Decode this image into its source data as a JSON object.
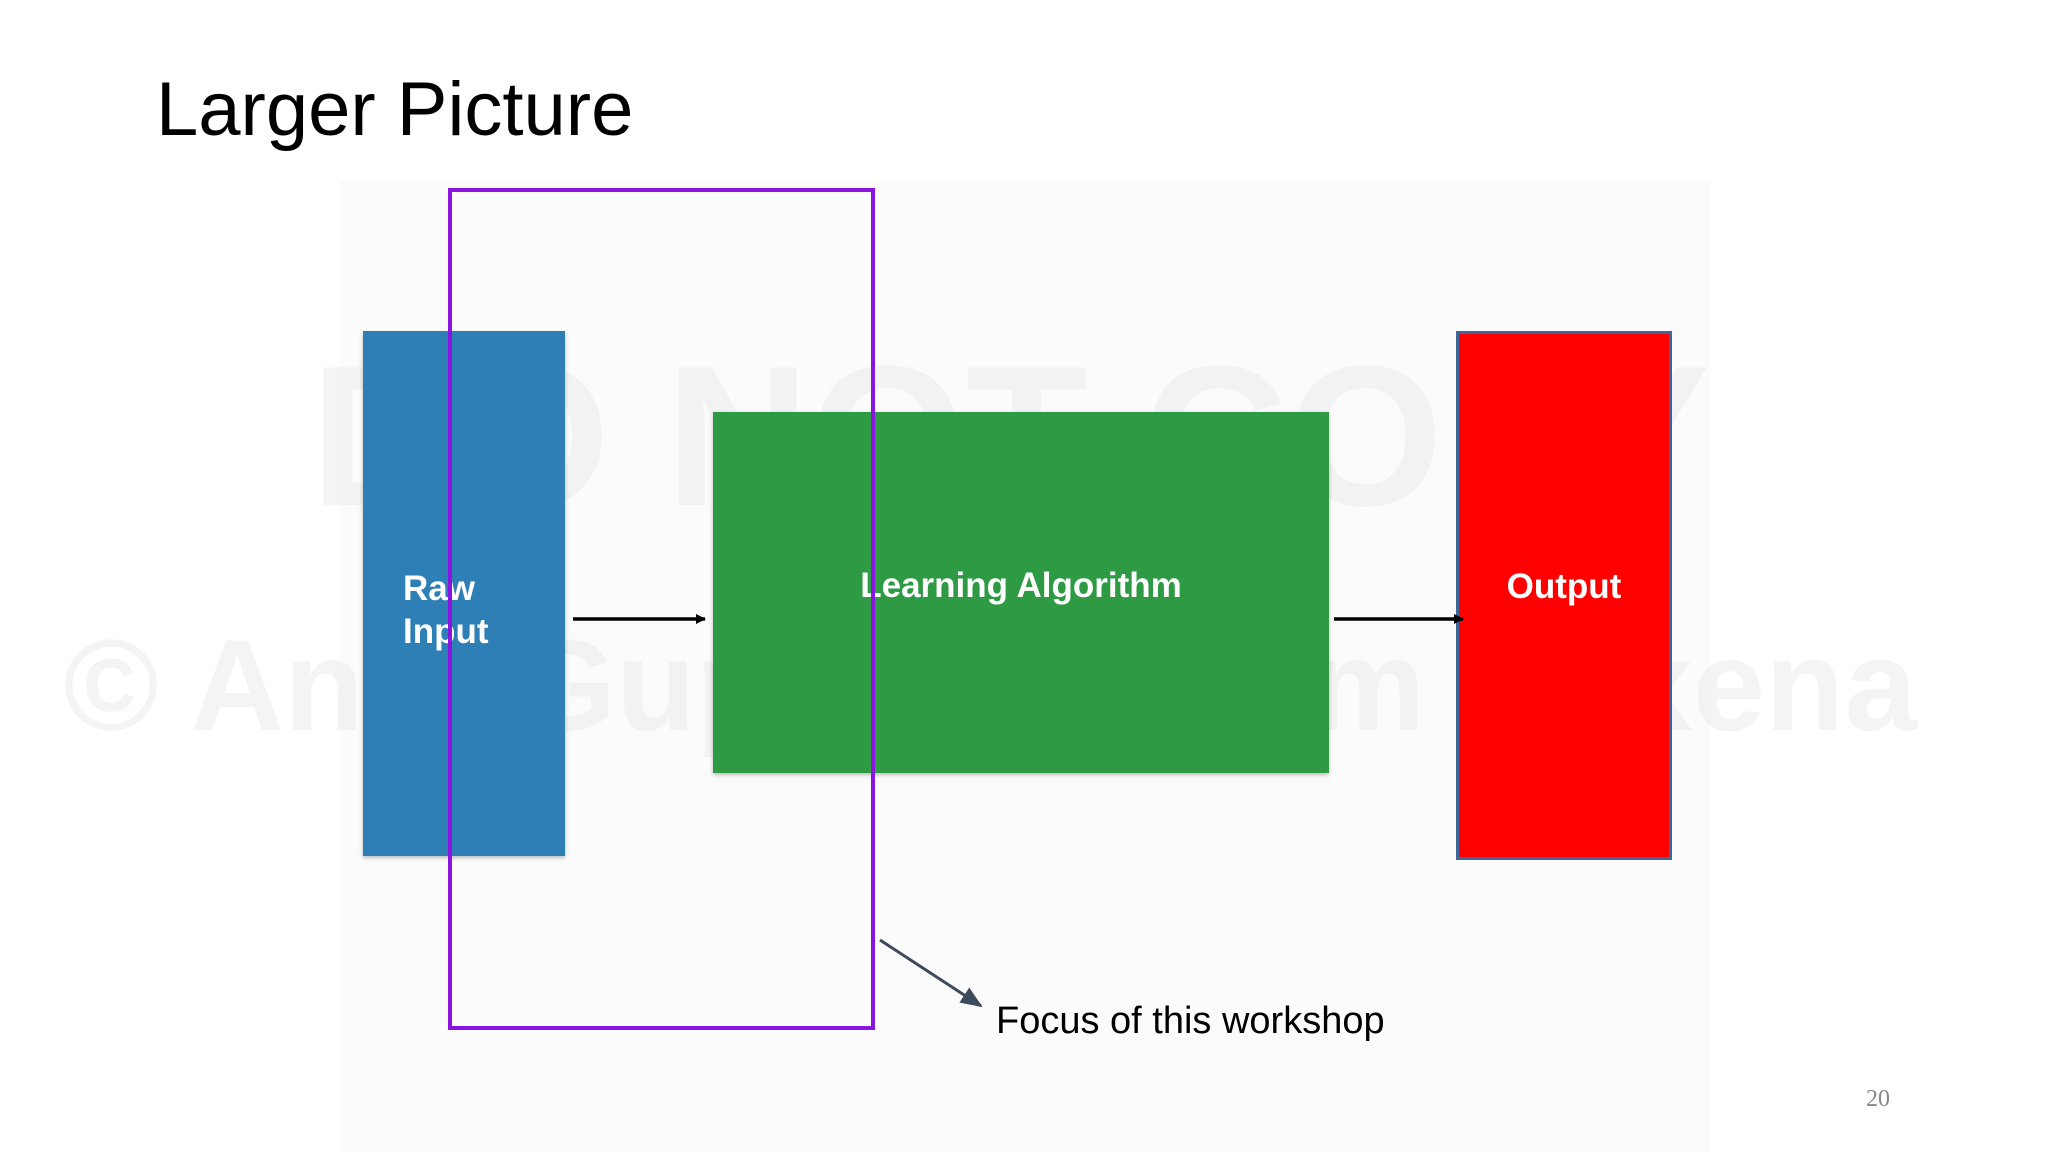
{
  "slide": {
    "title": "Larger Picture",
    "page_number": "20",
    "background_color": "#ffffff"
  },
  "watermark": {
    "line1": "DO NOT COPY",
    "line2": "© Anuj Gupta, Satyam Saxena",
    "color": "#ececec"
  },
  "diagram": {
    "nodes": [
      {
        "id": "raw-input",
        "label": "Raw\nInput",
        "color": "#2e7fb5"
      },
      {
        "id": "learning-algorithm",
        "label": "Learning Algorithm",
        "color": "#2f9a44"
      },
      {
        "id": "output",
        "label": "Output",
        "color": "#ff0000",
        "border_color": "#41679a"
      }
    ],
    "edges": [
      {
        "from": "raw-input",
        "to": "learning-algorithm"
      },
      {
        "from": "learning-algorithm",
        "to": "output"
      }
    ],
    "focus": {
      "label": "Focus of this workshop",
      "color": "#8a14e0",
      "pointer_color": "#3c4a5c"
    }
  }
}
